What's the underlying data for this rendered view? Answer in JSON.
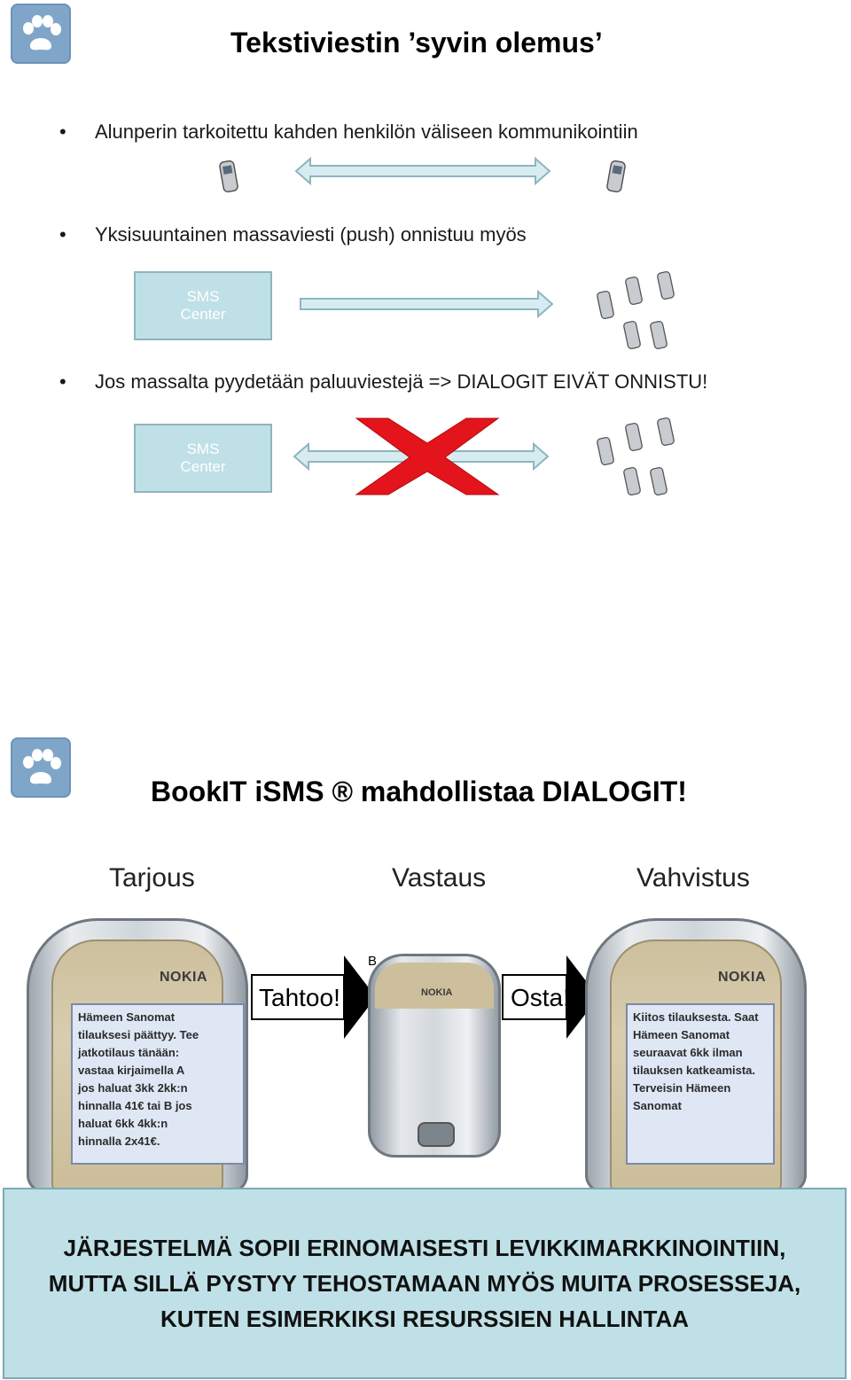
{
  "slide1": {
    "title": "Tekstiviestin ’syvin olemus’",
    "bullets": [
      "Alunperin tarkoitettu kahden henkilön väliseen kommunikointiin",
      "Yksisuuntainen massaviesti (push) onnistuu myös",
      "Jos massalta pyydetään paluuviestejä => DIALOGIT EIVÄT ONNISTU!"
    ],
    "sms_center_line1": "SMS",
    "sms_center_line2": "Center"
  },
  "slide2": {
    "title": "BookIT iSMS ® mahdollistaa DIALOGIT!",
    "columns": [
      "Tarjous",
      "Vastaus",
      "Vahvistus"
    ],
    "arrow_labels": [
      "Tahtoo!",
      "Osta!"
    ],
    "phone_brand": "NOKIA",
    "messages": {
      "offer": "Hämeen Sanomat\ntilauksesi päättyy. Tee\njatkotilaus tänään:\nvastaa kirjaimella A\njos haluat 3kk 2kk:n\nhinnalla 41€ tai B jos\nhaluat 6kk 4kk:n\nhinnalla 2x41€.",
      "reply": "B",
      "confirmation": "Kiitos tilauksesta. Saat\nHämeen Sanomat\nseuraavat 6kk ilman\ntilauksen katkeamista.\nTerveisin Hämeen\nSanomat"
    },
    "banner_lines": [
      "JÄRJESTELMÄ SOPII ERINOMAISESTI LEVIKKIMARKKINOINTIIN,",
      "MUTTA SILLÄ PYSTYY TEHOSTAMAAN MYÖS MUITA PROSESSEJA,",
      "KUTEN ESIMERKIKSI RESURSSIEN HALLINTAA"
    ]
  },
  "colors": {
    "logo": "#7fa6c9",
    "sms_box": "#bfe0e6",
    "arrow": "#d7ecf0",
    "cross": "#e3141b",
    "banner": "#bfe0e6"
  },
  "icons": [
    "paw-logo-icon",
    "mobile-phone-icon",
    "double-arrow-icon",
    "right-arrow-icon",
    "red-cross-icon"
  ]
}
